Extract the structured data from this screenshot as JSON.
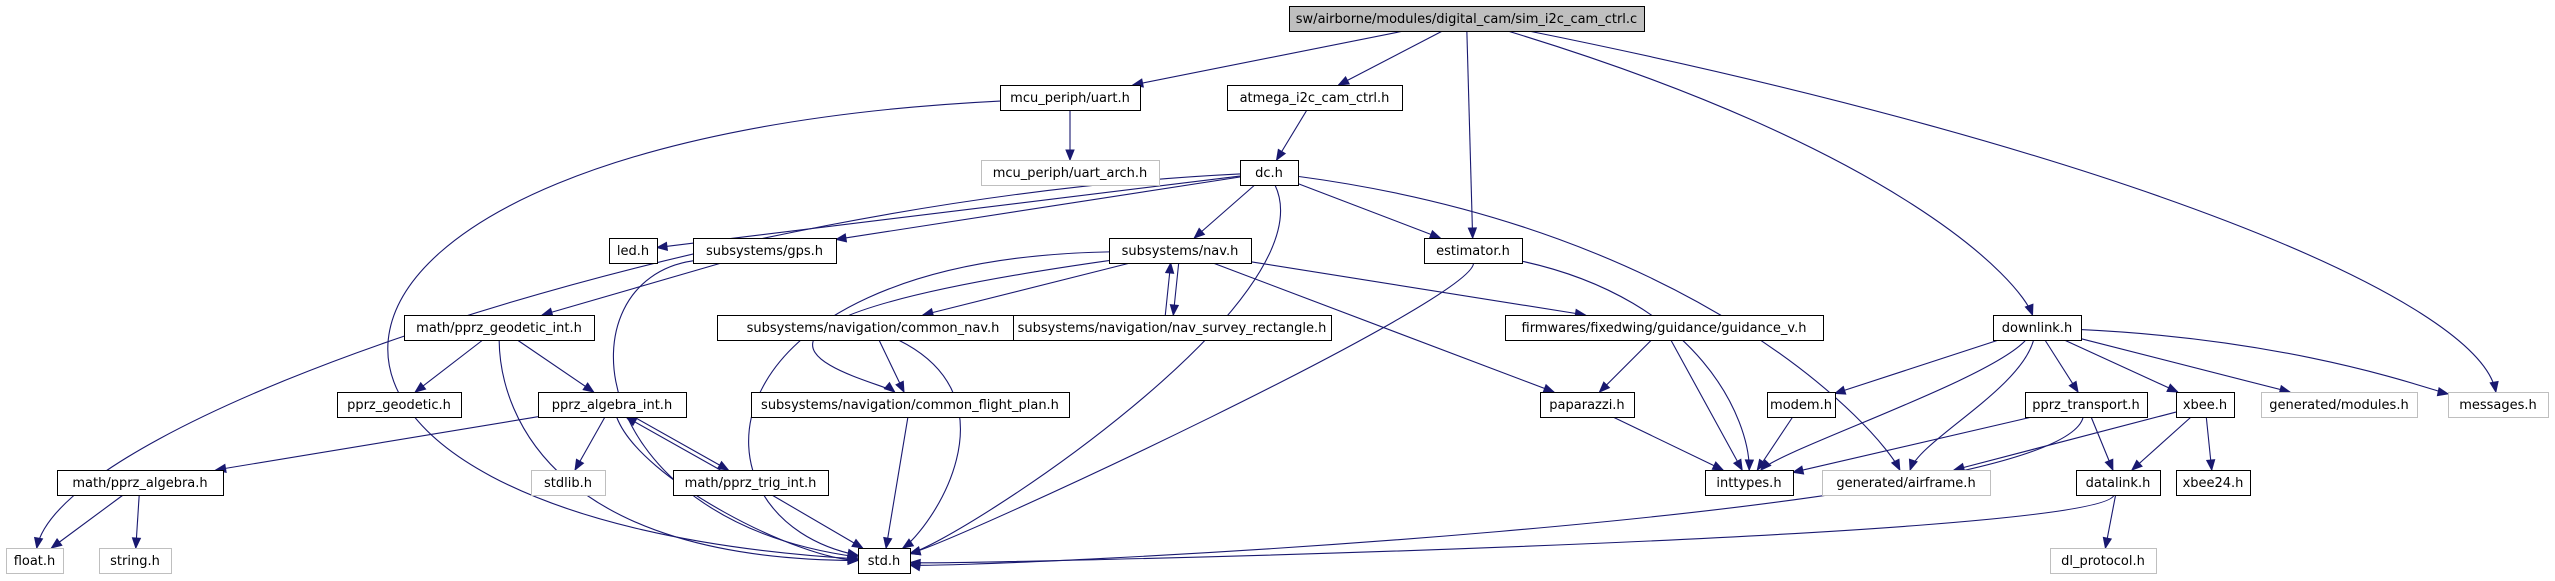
{
  "graph": {
    "nodes": [
      {
        "id": "root",
        "label": "sw/airborne/modules/digital_cam/sim_i2c_cam_ctrl.c",
        "style": "root"
      },
      {
        "id": "uart",
        "label": "mcu_periph/uart.h",
        "style": "normal"
      },
      {
        "id": "atmega",
        "label": "atmega_i2c_cam_ctrl.h",
        "style": "normal"
      },
      {
        "id": "uart_arch",
        "label": "mcu_periph/uart_arch.h",
        "style": "external"
      },
      {
        "id": "dc",
        "label": "dc.h",
        "style": "normal"
      },
      {
        "id": "led",
        "label": "led.h",
        "style": "normal"
      },
      {
        "id": "gps",
        "label": "subsystems/gps.h",
        "style": "normal"
      },
      {
        "id": "nav",
        "label": "subsystems/nav.h",
        "style": "normal"
      },
      {
        "id": "estimator",
        "label": "estimator.h",
        "style": "normal"
      },
      {
        "id": "downlink",
        "label": "downlink.h",
        "style": "normal"
      },
      {
        "id": "geodetic_int",
        "label": "math/pprz_geodetic_int.h",
        "style": "normal"
      },
      {
        "id": "common_nav",
        "label": "subsystems/navigation/common_nav.h",
        "style": "normal"
      },
      {
        "id": "nav_survey",
        "label": "subsystems/navigation/nav_survey_rectangle.h",
        "style": "normal"
      },
      {
        "id": "guidance_v",
        "label": "firmwares/fixedwing/guidance/guidance_v.h",
        "style": "normal"
      },
      {
        "id": "pprz_geodetic",
        "label": "pprz_geodetic.h",
        "style": "normal"
      },
      {
        "id": "algebra_int",
        "label": "pprz_algebra_int.h",
        "style": "normal"
      },
      {
        "id": "common_fp",
        "label": "subsystems/navigation/common_flight_plan.h",
        "style": "normal"
      },
      {
        "id": "paparazzi",
        "label": "paparazzi.h",
        "style": "normal"
      },
      {
        "id": "modem",
        "label": "modem.h",
        "style": "normal"
      },
      {
        "id": "pprz_transport",
        "label": "pprz_transport.h",
        "style": "normal"
      },
      {
        "id": "xbee",
        "label": "xbee.h",
        "style": "normal"
      },
      {
        "id": "gen_modules",
        "label": "generated/modules.h",
        "style": "external"
      },
      {
        "id": "messages",
        "label": "messages.h",
        "style": "external"
      },
      {
        "id": "math_algebra",
        "label": "math/pprz_algebra.h",
        "style": "normal"
      },
      {
        "id": "stdlib",
        "label": "stdlib.h",
        "style": "external"
      },
      {
        "id": "trig_int",
        "label": "math/pprz_trig_int.h",
        "style": "normal"
      },
      {
        "id": "inttypes",
        "label": "inttypes.h",
        "style": "normal"
      },
      {
        "id": "airframe",
        "label": "generated/airframe.h",
        "style": "external"
      },
      {
        "id": "datalink",
        "label": "datalink.h",
        "style": "normal"
      },
      {
        "id": "xbee24",
        "label": "xbee24.h",
        "style": "normal"
      },
      {
        "id": "float",
        "label": "float.h",
        "style": "external"
      },
      {
        "id": "string",
        "label": "string.h",
        "style": "external"
      },
      {
        "id": "std",
        "label": "std.h",
        "style": "normal"
      },
      {
        "id": "dl_protocol",
        "label": "dl_protocol.h",
        "style": "external"
      }
    ],
    "edges": [
      {
        "from": "root",
        "to": "uart"
      },
      {
        "from": "root",
        "to": "atmega"
      },
      {
        "from": "root",
        "to": "estimator"
      },
      {
        "from": "root",
        "to": "downlink"
      },
      {
        "from": "root",
        "to": "messages"
      },
      {
        "from": "uart",
        "to": "uart_arch"
      },
      {
        "from": "uart",
        "to": "std"
      },
      {
        "from": "atmega",
        "to": "dc"
      },
      {
        "from": "dc",
        "to": "led"
      },
      {
        "from": "dc",
        "to": "gps"
      },
      {
        "from": "dc",
        "to": "nav"
      },
      {
        "from": "dc",
        "to": "estimator"
      },
      {
        "from": "dc",
        "to": "float"
      },
      {
        "from": "dc",
        "to": "std"
      },
      {
        "from": "dc",
        "to": "airframe"
      },
      {
        "from": "gps",
        "to": "geodetic_int"
      },
      {
        "from": "gps",
        "to": "std"
      },
      {
        "from": "nav",
        "to": "common_nav"
      },
      {
        "from": "nav",
        "to": "nav_survey"
      },
      {
        "from": "nav",
        "to": "guidance_v"
      },
      {
        "from": "nav",
        "to": "paparazzi"
      },
      {
        "from": "nav",
        "to": "common_fp"
      },
      {
        "from": "nav",
        "to": "std"
      },
      {
        "from": "nav_survey",
        "to": "nav"
      },
      {
        "from": "estimator",
        "to": "inttypes"
      },
      {
        "from": "estimator",
        "to": "std"
      },
      {
        "from": "geodetic_int",
        "to": "pprz_geodetic"
      },
      {
        "from": "geodetic_int",
        "to": "algebra_int"
      },
      {
        "from": "geodetic_int",
        "to": "std"
      },
      {
        "from": "common_nav",
        "to": "common_fp"
      },
      {
        "from": "common_nav",
        "to": "std"
      },
      {
        "from": "guidance_v",
        "to": "paparazzi"
      },
      {
        "from": "guidance_v",
        "to": "inttypes"
      },
      {
        "from": "common_fp",
        "to": "std"
      },
      {
        "from": "paparazzi",
        "to": "inttypes"
      },
      {
        "from": "algebra_int",
        "to": "math_algebra"
      },
      {
        "from": "algebra_int",
        "to": "stdlib"
      },
      {
        "from": "algebra_int",
        "to": "trig_int"
      },
      {
        "from": "algebra_int",
        "to": "std"
      },
      {
        "from": "trig_int",
        "to": "algebra_int"
      },
      {
        "from": "trig_int",
        "to": "std"
      },
      {
        "from": "math_algebra",
        "to": "float"
      },
      {
        "from": "math_algebra",
        "to": "string"
      },
      {
        "from": "downlink",
        "to": "modem"
      },
      {
        "from": "downlink",
        "to": "pprz_transport"
      },
      {
        "from": "downlink",
        "to": "xbee"
      },
      {
        "from": "downlink",
        "to": "gen_modules"
      },
      {
        "from": "downlink",
        "to": "messages"
      },
      {
        "from": "downlink",
        "to": "inttypes"
      },
      {
        "from": "downlink",
        "to": "airframe"
      },
      {
        "from": "modem",
        "to": "inttypes"
      },
      {
        "from": "pprz_transport",
        "to": "inttypes"
      },
      {
        "from": "pprz_transport",
        "to": "datalink"
      },
      {
        "from": "pprz_transport",
        "to": "std"
      },
      {
        "from": "xbee",
        "to": "airframe"
      },
      {
        "from": "xbee",
        "to": "datalink"
      },
      {
        "from": "xbee",
        "to": "xbee24"
      },
      {
        "from": "datalink",
        "to": "dl_protocol"
      },
      {
        "from": "datalink",
        "to": "std"
      }
    ]
  },
  "colors": {
    "edge": "#191970",
    "node_border": "#000000",
    "external_border": "#bfbfbf",
    "root_fill": "#bfbfbf",
    "text": "#000000",
    "external_text": "#000000"
  }
}
